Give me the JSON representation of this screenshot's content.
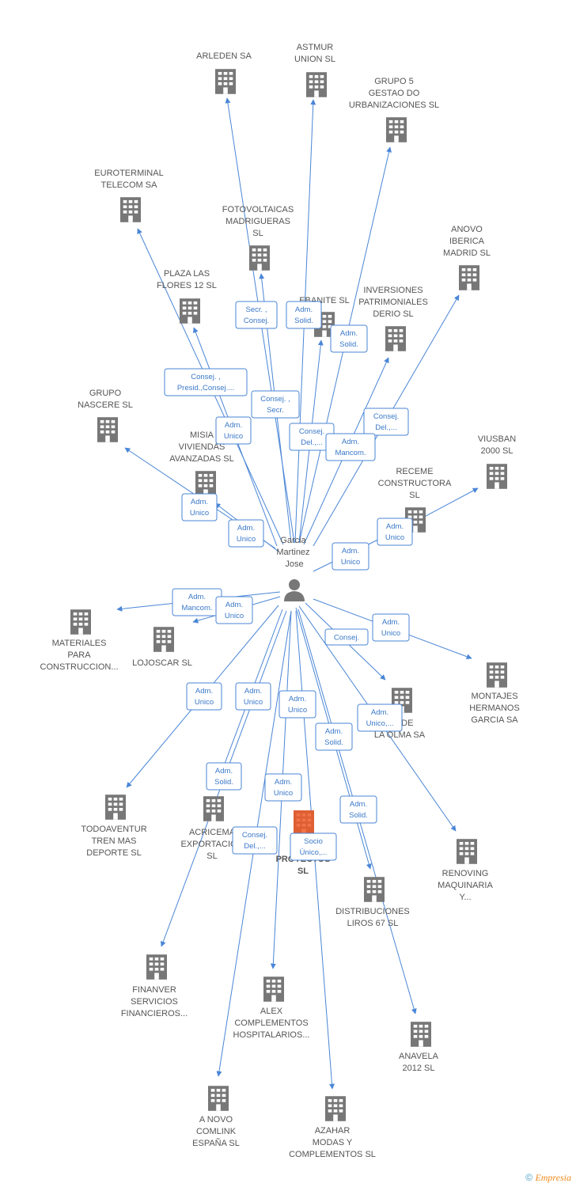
{
  "center": {
    "label": [
      "Garcia",
      "Martinez",
      "Jose"
    ]
  },
  "highlight": {
    "label": [
      "AC...",
      "PROYECTOS",
      "SL"
    ]
  },
  "companies": [
    {
      "id": "arleden",
      "label": [
        "ARLEDEN SA"
      ]
    },
    {
      "id": "astmur",
      "label": [
        "ASTMUR",
        "UNION SL"
      ]
    },
    {
      "id": "grupo5",
      "label": [
        "GRUPO 5",
        "GESTAO DO",
        "URBANIZACIONES SL"
      ]
    },
    {
      "id": "euroterminal",
      "label": [
        "EUROTERMINAL",
        "TELECOM SA"
      ]
    },
    {
      "id": "fotovoltaicas",
      "label": [
        "FOTOVOLTAICAS",
        "MADRIGUERAS",
        "SL"
      ]
    },
    {
      "id": "anovo",
      "label": [
        "ANOVO",
        "IBERICA",
        "MADRID  SL"
      ]
    },
    {
      "id": "plaza",
      "label": [
        "PLAZA LAS",
        "FLORES 12 SL"
      ]
    },
    {
      "id": "ebanite",
      "label": [
        "EBANITE SL"
      ]
    },
    {
      "id": "inversiones",
      "label": [
        "INVERSIONES",
        "PATRIMONIALES",
        "DERIO  SL"
      ]
    },
    {
      "id": "nascere",
      "label": [
        "GRUPO",
        "NASCERE SL"
      ]
    },
    {
      "id": "misiagroup",
      "label": [
        "MISIA",
        "VIVIENDAS",
        "AVANZADAS SL"
      ]
    },
    {
      "id": "viusban",
      "label": [
        "VIUSBAN",
        "2000 SL"
      ]
    },
    {
      "id": "receme",
      "label": [
        "RECEME",
        "CONSTRUCTORA",
        "SL"
      ]
    },
    {
      "id": "materiales",
      "label": [
        "MATERIALES",
        "PARA",
        "CONSTRUCCION..."
      ]
    },
    {
      "id": "lojoscar",
      "label": [
        "LOJOSCAR SL"
      ]
    },
    {
      "id": "montajes",
      "label": [
        "MONTAJES",
        "HERMANOS",
        "GARCIA SA"
      ]
    },
    {
      "id": "olma",
      "label": [
        "...E DE",
        "LA OLMA SA"
      ]
    },
    {
      "id": "todoaventur",
      "label": [
        "TODOAVENTUR",
        "TREN MAS",
        "DEPORTE SL"
      ]
    },
    {
      "id": "acricema",
      "label": [
        "ACRICEMA",
        "EXPORTACION",
        "SL"
      ]
    },
    {
      "id": "renoving",
      "label": [
        "RENOVING",
        "MAQUINARIA",
        "Y..."
      ]
    },
    {
      "id": "distribuciones",
      "label": [
        "DISTRIBUCIONES",
        "LIROS 67 SL"
      ]
    },
    {
      "id": "finanver",
      "label": [
        "FINANVER",
        "SERVICIOS",
        "FINANCIEROS..."
      ]
    },
    {
      "id": "alex",
      "label": [
        "ALEX",
        "COMPLEMENTOS",
        "HOSPITALARIOS..."
      ]
    },
    {
      "id": "anavela",
      "label": [
        "ANAVELA",
        "2012 SL"
      ]
    },
    {
      "id": "anovocomlink",
      "label": [
        "A NOVO",
        "COMLINK",
        "ESPAÑA SL"
      ]
    },
    {
      "id": "azahar",
      "label": [
        "AZAHAR",
        "MODAS Y",
        "COMPLEMENTOS SL"
      ]
    }
  ],
  "roles": [
    [
      "Secr. ,",
      "Consej."
    ],
    [
      "Adm.",
      "Solid."
    ],
    [
      "Adm.",
      "Solid."
    ],
    [
      "Consej. ,",
      "Presid.,Consej...."
    ],
    [
      "Consej. ,",
      "Secr."
    ],
    [
      "Adm.",
      "Unico"
    ],
    [
      "Consej.",
      "Del.,..."
    ],
    [
      "Consej.",
      "Del.,..."
    ],
    [
      "Adm.",
      "Mancom."
    ],
    [
      "Adm.",
      "Unico"
    ],
    [
      "Adm.",
      "Unico"
    ],
    [
      "Adm.",
      "Unico"
    ],
    [
      "Adm.",
      "Unico"
    ],
    [
      "Adm.",
      "Mancom."
    ],
    [
      "Adm.",
      "Unico"
    ],
    [
      "Consej."
    ],
    [
      "Adm.",
      "Unico"
    ],
    [
      "Adm.",
      "Unico"
    ],
    [
      "Adm.",
      "Unico"
    ],
    [
      "Adm.",
      "Unico"
    ],
    [
      "Adm.",
      "Unico,..."
    ],
    [
      "Adm.",
      "Solid."
    ],
    [
      "Adm.",
      "Solid."
    ],
    [
      "Adm.",
      "Unico"
    ],
    [
      "Adm.",
      "Solid."
    ],
    [
      "Consej.",
      "Del.,..."
    ],
    [
      "Socio",
      "Único,..."
    ]
  ],
  "footer": {
    "copyright": "©",
    "brand": "Empresia"
  },
  "colors": {
    "edge": "#4a86d6",
    "building": "#777777",
    "highlight": "#f05a28",
    "person": "#777777"
  }
}
